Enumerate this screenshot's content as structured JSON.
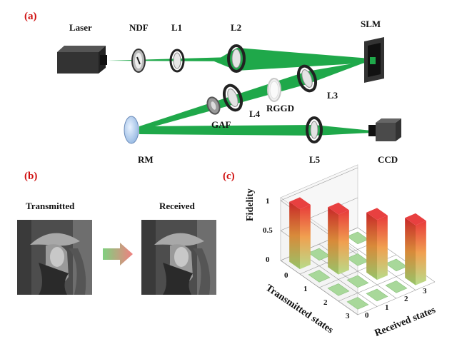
{
  "panels": {
    "a": "(a)",
    "b": "(b)",
    "c": "(c)"
  },
  "setup": {
    "laser": "Laser",
    "ndf": "NDF",
    "l1": "L1",
    "l2": "L2",
    "slm": "SLM",
    "l3": "L3",
    "rggd": "RGGD",
    "l4": "L4",
    "gaf": "GAF",
    "rm": "RM",
    "l5": "L5",
    "ccd": "CCD",
    "beam_color": "#1fa84a"
  },
  "images": {
    "transmitted": "Transmitted",
    "received": "Received",
    "arrow_colors": [
      "#7fd07f",
      "#f08080"
    ]
  },
  "chart_data": {
    "type": "bar3d",
    "zlabel": "Fidelity",
    "z_ticks": [
      "0",
      "0.5",
      "1"
    ],
    "xlabel": "Transmitted states",
    "ylabel": "Received states",
    "x_ticks": [
      "0",
      "1",
      "2",
      "3"
    ],
    "y_ticks": [
      "0",
      "1",
      "2",
      "3"
    ],
    "zlim": [
      0,
      1
    ],
    "matrix": [
      [
        1,
        0,
        0,
        0
      ],
      [
        0,
        1,
        0,
        0
      ],
      [
        0,
        0,
        1,
        0
      ],
      [
        0,
        0,
        0,
        1
      ]
    ],
    "colors": {
      "high": "#e83a3a",
      "low": "#a8d89a"
    }
  }
}
